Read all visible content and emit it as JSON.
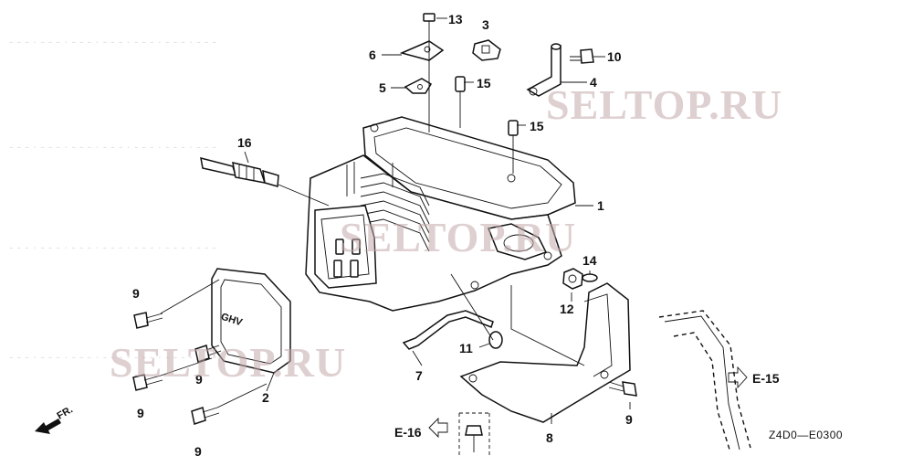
{
  "diagram": {
    "code": "Z4D0—E0300",
    "direction_label": "FR.",
    "refs": [
      {
        "id": "ref-e15",
        "label": "E-15"
      },
      {
        "id": "ref-e16",
        "label": "E-16"
      }
    ],
    "watermarks": [
      "SELTOP.RU",
      "SELTOP.RU",
      "SELTOP.RU"
    ],
    "parts": [
      {
        "num": "1"
      },
      {
        "num": "2"
      },
      {
        "num": "3"
      },
      {
        "num": "4"
      },
      {
        "num": "5"
      },
      {
        "num": "6"
      },
      {
        "num": "7"
      },
      {
        "num": "8"
      },
      {
        "num": "9"
      },
      {
        "num": "9"
      },
      {
        "num": "9"
      },
      {
        "num": "9"
      },
      {
        "num": "9"
      },
      {
        "num": "10"
      },
      {
        "num": "11"
      },
      {
        "num": "12"
      },
      {
        "num": "13"
      },
      {
        "num": "14"
      },
      {
        "num": "15"
      },
      {
        "num": "15"
      },
      {
        "num": "16"
      }
    ]
  }
}
